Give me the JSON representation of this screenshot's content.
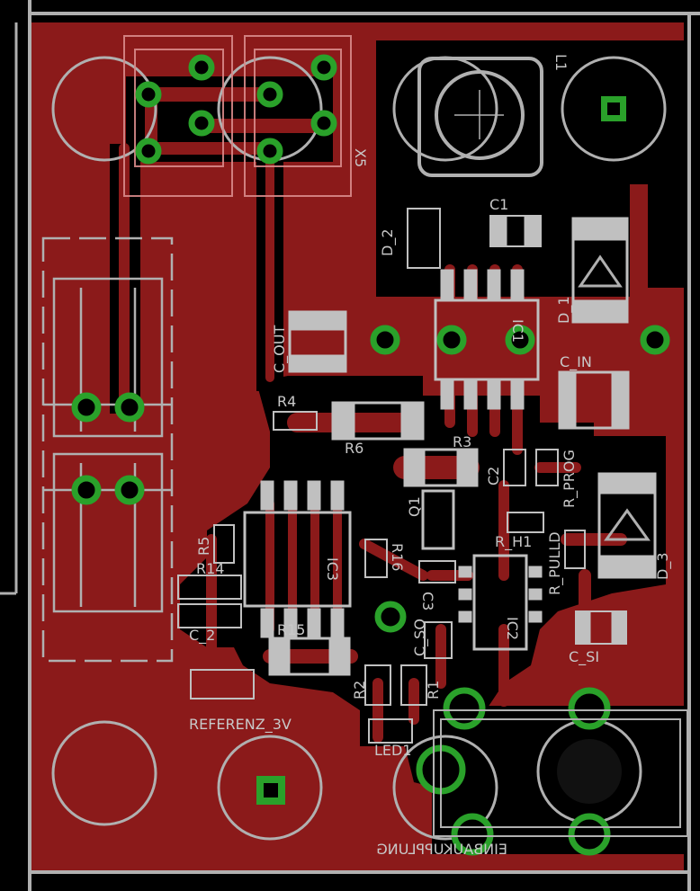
{
  "colors": {
    "background": "#000000",
    "copper_pour": "#8b1a1a",
    "trace": "#8b1a1a",
    "silkscreen": "#c8c8c8",
    "component_outline": "#d98a8a",
    "via_ring": "#2aa12a",
    "outline": "#b0b0b0"
  },
  "labels": {
    "x5": "X5",
    "l1": "L1",
    "c1": "C1",
    "d2": "D_2",
    "d1": "D_1",
    "ic1": "IC1",
    "c_out": "C_OUT",
    "c_in": "C_IN",
    "r4": "R4",
    "r6": "R6",
    "r3": "R3",
    "c2": "C2",
    "r_prog": "R_PROG",
    "q1": "Q1",
    "r_h1": "R_H1",
    "r_pulld": "R_PULLD",
    "d3": "D_3",
    "r5": "R5",
    "r14": "R14",
    "ic3": "IC3",
    "r16": "R16",
    "c3": "C3",
    "c_so": "C_SO",
    "ic2": "IC2",
    "c_2": "C_2",
    "r15": "R15",
    "c_si": "C_SI",
    "r2": "R2",
    "r1": "R1",
    "referenz_3v": "REFERENZ_3V",
    "led1": "LED1",
    "einbaukupplung": "EINBAUKUPPLUNG"
  }
}
